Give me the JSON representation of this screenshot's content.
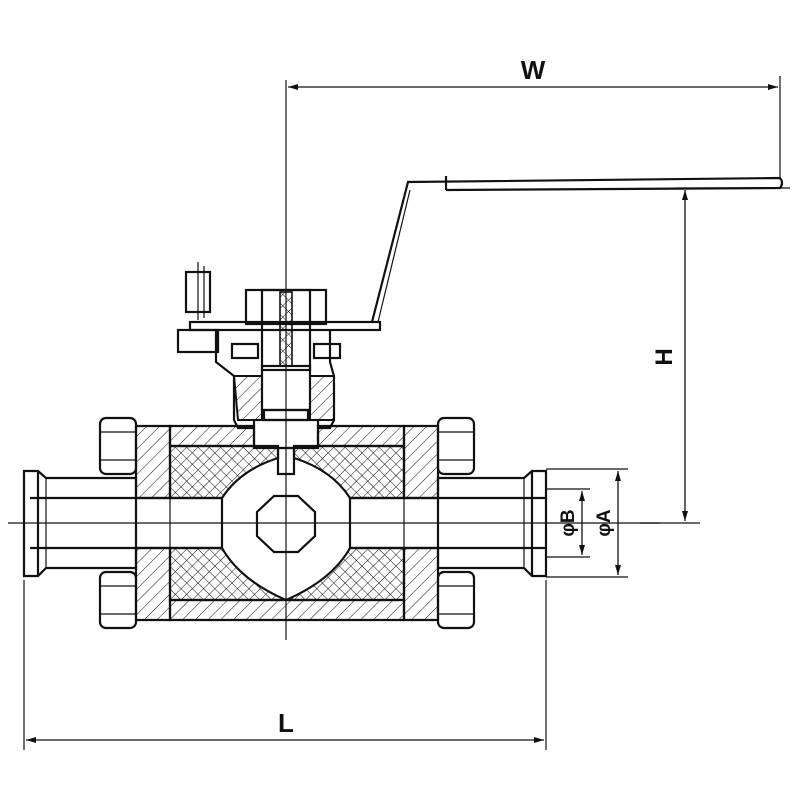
{
  "diagram": {
    "labels": {
      "width": "W",
      "height": "H",
      "length": "L",
      "bore": "φB",
      "outer": "φA"
    },
    "colors": {
      "line": "#111111",
      "background": "#ffffff"
    }
  }
}
